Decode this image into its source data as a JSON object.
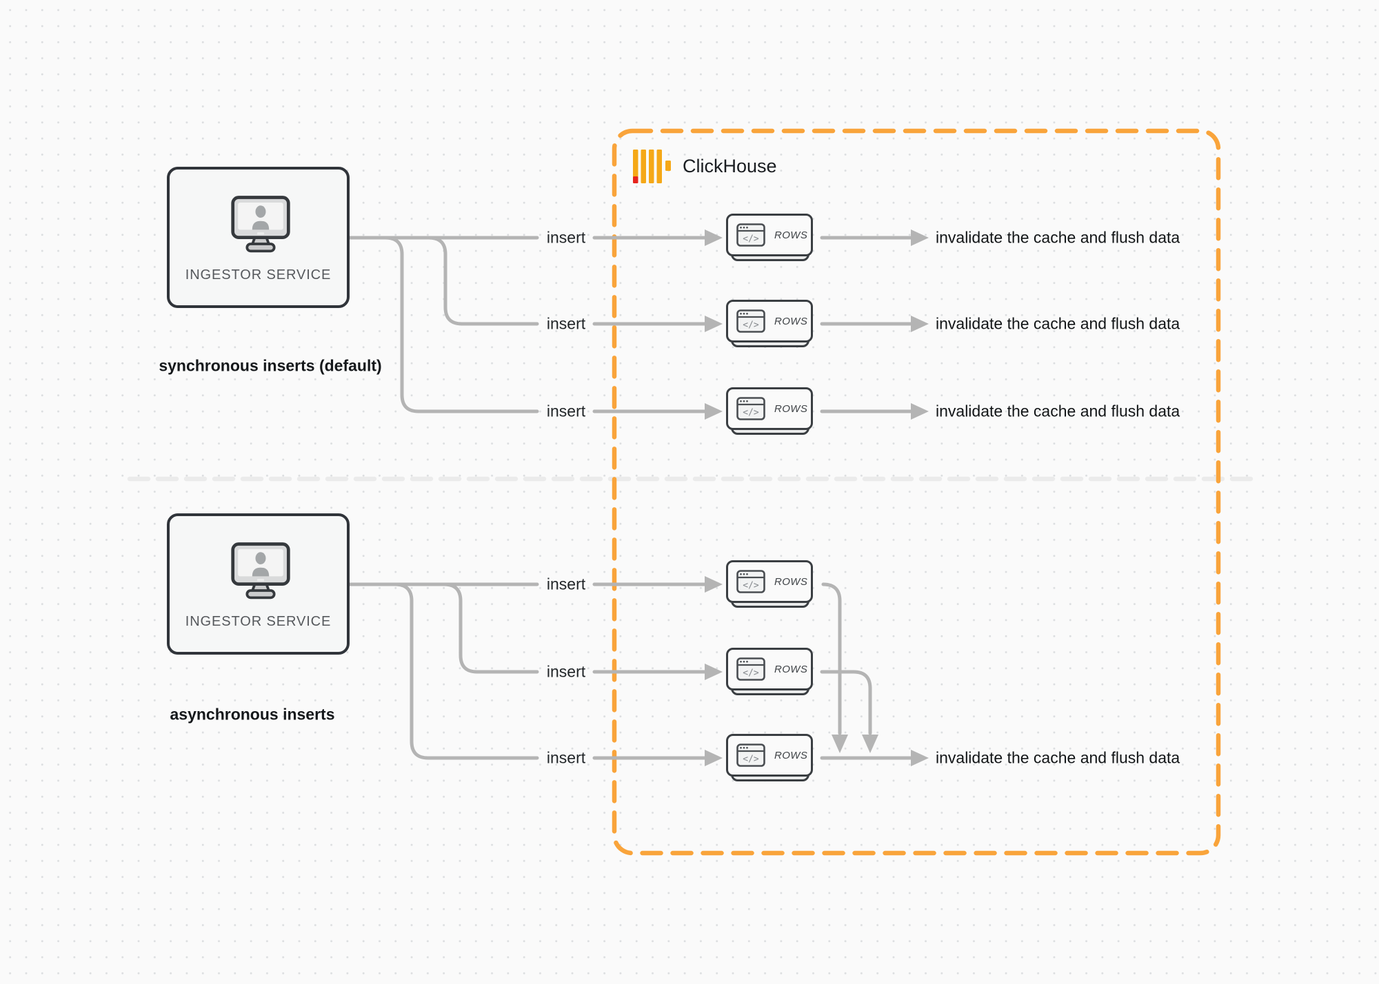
{
  "diagram": {
    "clickhouse_title": "ClickHouse",
    "rows_card": {
      "label": "ROWS",
      "icon_glyph": "</>"
    },
    "sync": {
      "ingestor_label": "INGESTOR SERVICE",
      "section_label": "synchronous inserts (default)",
      "inserts": [
        {
          "insert_label": "insert",
          "result_label": "invalidate the cache and flush data"
        },
        {
          "insert_label": "insert",
          "result_label": "invalidate the cache and flush data"
        },
        {
          "insert_label": "insert",
          "result_label": "invalidate the cache and flush data"
        }
      ]
    },
    "async": {
      "ingestor_label": "INGESTOR SERVICE",
      "section_label": "asynchronous inserts",
      "inserts": [
        {
          "insert_label": "insert"
        },
        {
          "insert_label": "insert"
        },
        {
          "insert_label": "insert"
        }
      ],
      "merged_result_label": "invalidate the cache and flush data"
    },
    "colors": {
      "clickhouse_border": "#F9A43B",
      "logo_bar": "#F5A817",
      "logo_accent": "#E6231D",
      "connector": "#b4b4b4",
      "divider": "#ebebeb"
    }
  }
}
